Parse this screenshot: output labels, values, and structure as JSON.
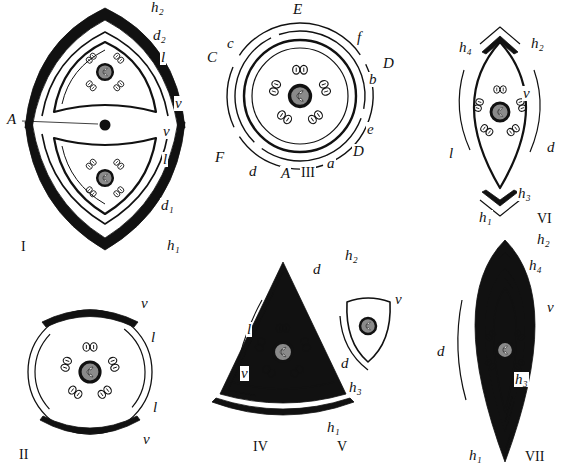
{
  "diagram": {
    "labels": [
      "h₂",
      "d₂",
      "l",
      "v",
      "A",
      "v",
      "l",
      "d₁",
      "h₁",
      "I",
      "E",
      "C",
      "c",
      "f",
      "D",
      "b",
      "e",
      "D",
      "F",
      "d",
      "A",
      "a",
      "III",
      "h₄",
      "h₂",
      "v",
      "l",
      "d",
      "h₃",
      "h₁",
      "VI",
      "v",
      "l",
      "l",
      "v",
      "II",
      "h₂",
      "d",
      "l",
      "v",
      "h₁",
      "h₃",
      "IV",
      "v",
      "d",
      "V",
      "h₄",
      "h₂",
      "v",
      "d",
      "h₃",
      "h₁",
      "VII"
    ]
  }
}
